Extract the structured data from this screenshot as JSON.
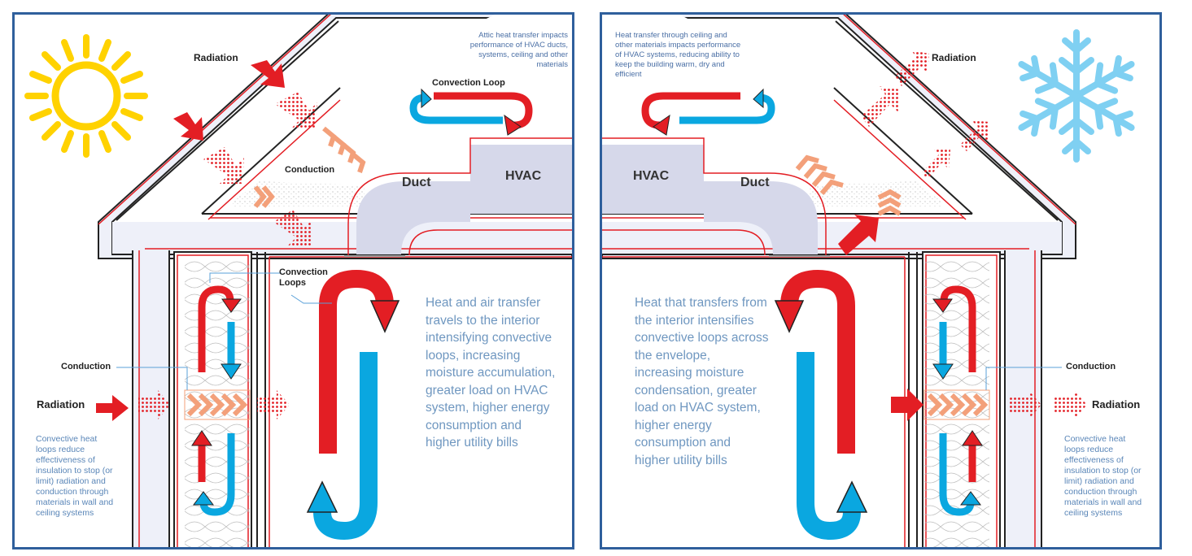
{
  "summer": {
    "attic_note": "Attic heat transfer impacts performance of HVAC ducts, systems, ceiling and other materials",
    "radiation_top": "Radiation",
    "convection_loop": "Convection Loop",
    "conduction_attic": "Conduction",
    "duct": "Duct",
    "hvac": "HVAC",
    "convection_loops": "Convection Loops",
    "conduction_wall": "Conduction",
    "radiation_wall": "Radiation",
    "side_note": "Convective heat loops reduce effectiveness of insulation to stop (or limit) radiation and conduction through materials in wall and ceiling systems",
    "body": "Heat and air transfer travels to the interior intensifying convective loops, increasing moisture accumulation, greater load on HVAC system, higher energy consumption and higher utility bills",
    "icon": "sun-icon"
  },
  "winter": {
    "attic_note": "Heat transfer through ceiling and other materials impacts performance of HVAC systems, reducing ability to keep the building warm, dry and efficient",
    "radiation_top": "Radiation",
    "hvac": "HVAC",
    "duct": "Duct",
    "conduction_wall": "Conduction",
    "radiation_wall": "Radiation",
    "side_note": "Convective heat loops reduce effectiveness of insulation to stop (or limit) radiation and conduction through materials in wall and ceiling systems",
    "body": "Heat that transfers from the interior intensifies convective loops across the envelope, increasing moisture condensation, greater load on HVAC system, higher energy consumption and higher utility bills",
    "icon": "snowflake-icon"
  },
  "colors": {
    "frame": "#2f5f9c",
    "hot": "#e31e24",
    "cold": "#0aa7e0",
    "conduction": "#f3a07a",
    "duct": "#d6d8ea",
    "roof_fill": "#eef0f9",
    "sun": "#ffd200",
    "snow": "#7fd0f2"
  }
}
